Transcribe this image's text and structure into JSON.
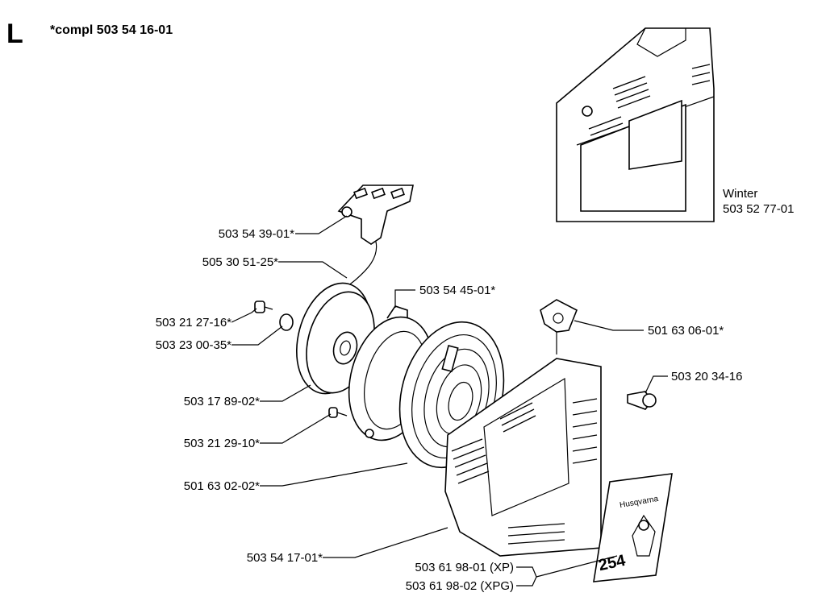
{
  "header": {
    "section_letter": "L",
    "assembly": "*compl 503 54 16-01"
  },
  "callouts": {
    "handle": "503 54 39-01*",
    "rope": "505 30 51-25*",
    "screw_top": "503 21 27-16*",
    "washer": "503 23 00-35*",
    "pulley": "503 17 89-02*",
    "screw_bottom": "503 21 29-10*",
    "spring": "501 63 02-02*",
    "housing": "503 54 17-01*",
    "spring_plate": "503 54 45-01*",
    "cover_plate": "501 63 06-01*",
    "side_screw": "503 20 34-16",
    "decal_xp": "503 61 98-01 (XP)",
    "decal_xpg": "503 61 98-02 (XPG)",
    "winter_title": "Winter",
    "winter_number": "503 52 77-01"
  },
  "decal": {
    "brand": "Husqvarna",
    "model": "254"
  }
}
